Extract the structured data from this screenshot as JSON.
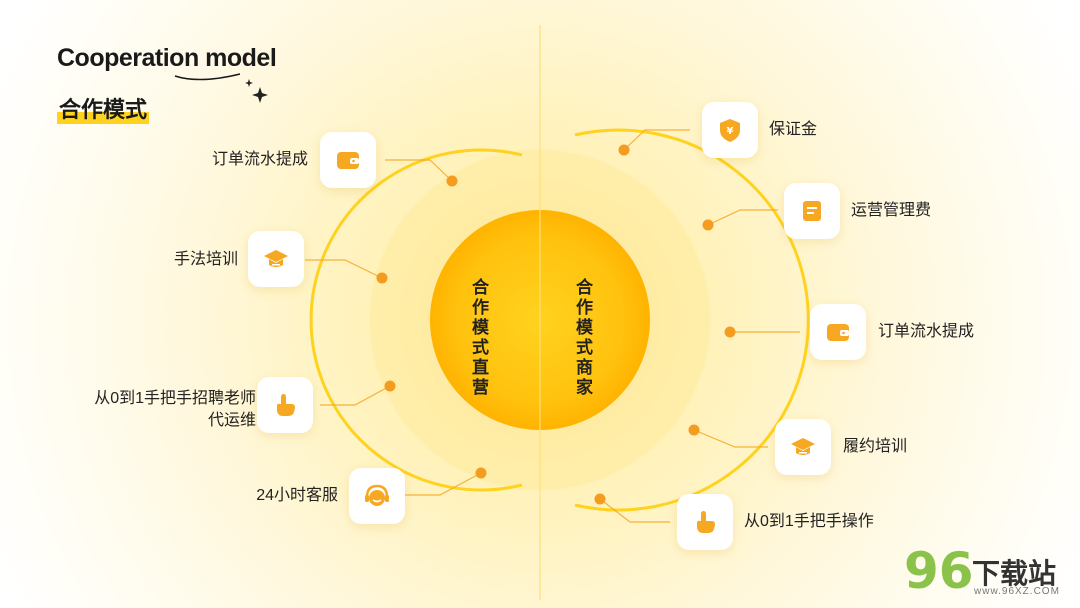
{
  "header": {
    "title_en": "Cooperation model",
    "title_cn": "合作模式"
  },
  "center": {
    "left_line1": "合作模式",
    "left_line2": "直营",
    "right_line1": "合作模式",
    "right_line2": "商家"
  },
  "left_items": [
    {
      "label": "订单流水提成",
      "icon": "wallet-icon"
    },
    {
      "label": "手法培训",
      "icon": "graduation-cap-icon"
    },
    {
      "label": "从0到1手把手招聘老师\n代运维",
      "icon": "hand-pointer-icon"
    },
    {
      "label": "24小时客服",
      "icon": "headset-icon"
    }
  ],
  "right_items": [
    {
      "label": "保证金",
      "icon": "yen-shield-icon"
    },
    {
      "label": "运营管理费",
      "icon": "document-icon"
    },
    {
      "label": "订单流水提成",
      "icon": "wallet-icon"
    },
    {
      "label": "履约培训",
      "icon": "graduation-cap-icon"
    },
    {
      "label": "从0到1手把手操作",
      "icon": "hand-pointer-icon"
    }
  ],
  "colors": {
    "accent": "#ffc107",
    "dot": "#f39c1f",
    "ring": "#ffd21f",
    "icon_orange": "#f7a823"
  },
  "watermark": {
    "number": "96",
    "text": "下载站",
    "url": "www.96XZ.COM"
  }
}
